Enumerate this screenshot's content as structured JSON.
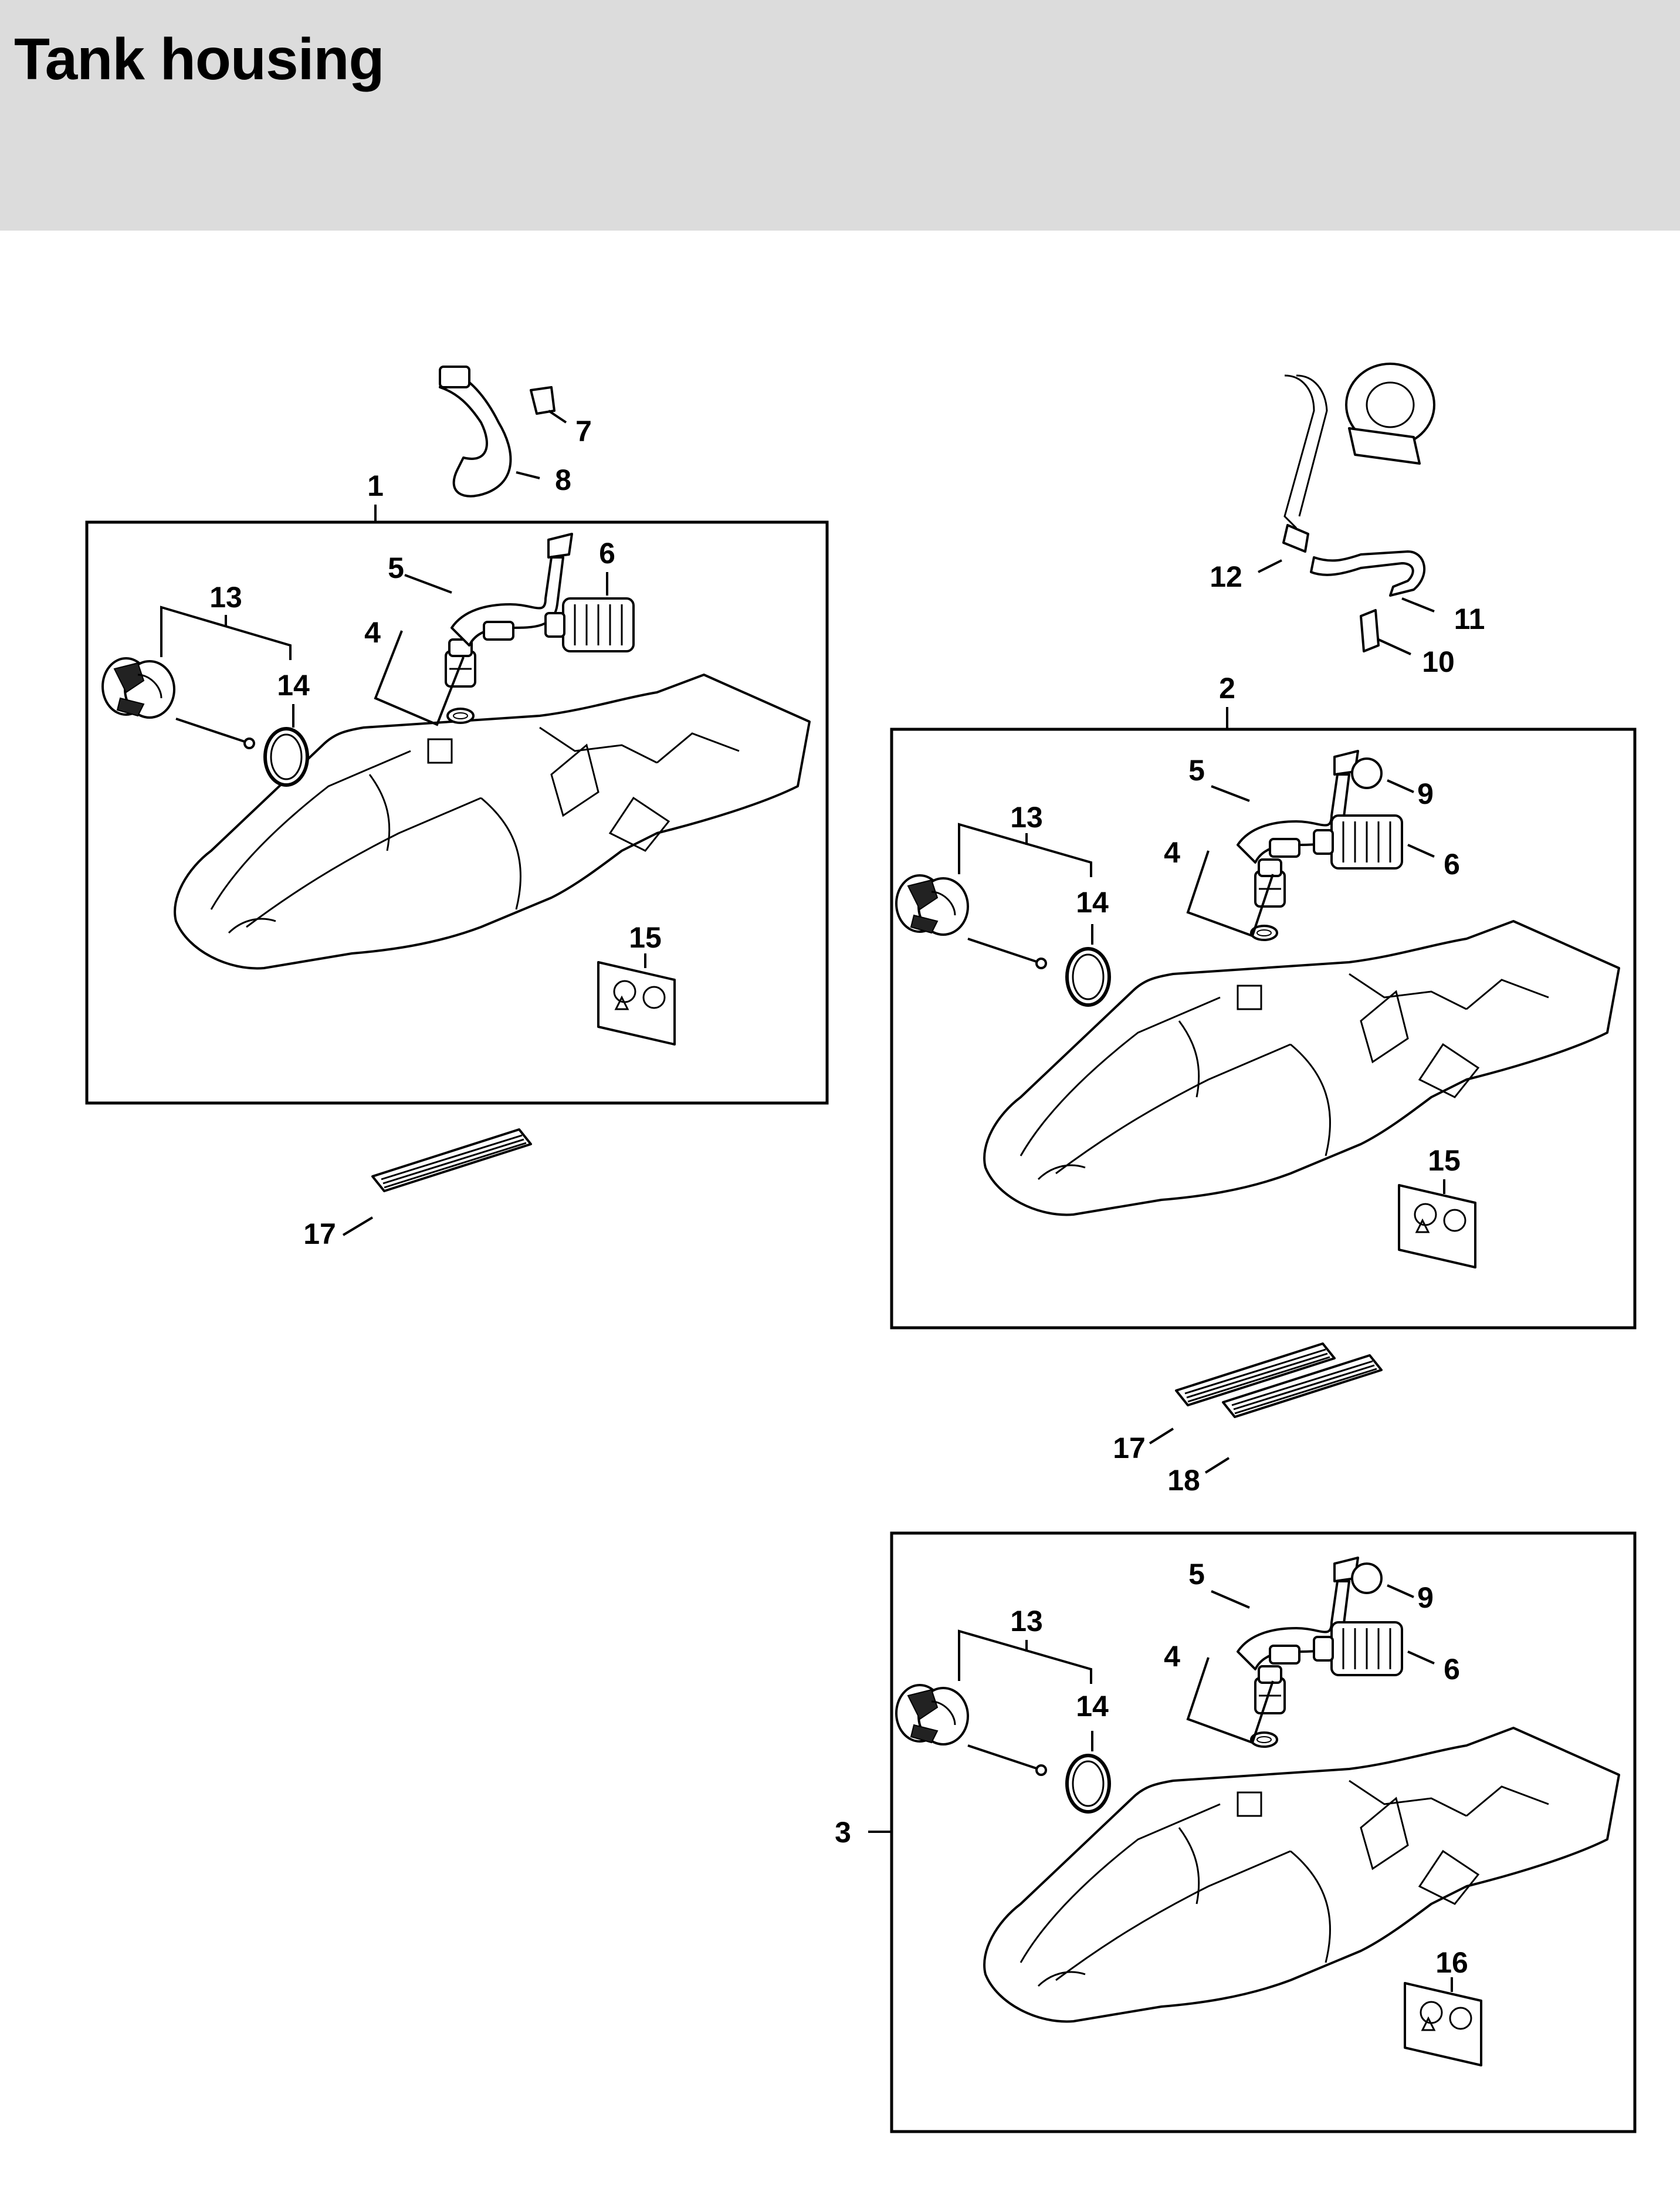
{
  "page": {
    "title": "Tank housing"
  },
  "assemblies": [
    {
      "id": "1",
      "label": "1",
      "callouts": {
        "c4": "4",
        "c5": "5",
        "c6": "6",
        "c13": "13",
        "c14": "14",
        "c15": "15"
      },
      "outside": {
        "c7": "7",
        "c8": "8",
        "c17": "17"
      }
    },
    {
      "id": "2",
      "label": "2",
      "callouts": {
        "c4": "4",
        "c5": "5",
        "c6": "6",
        "c9": "9",
        "c13": "13",
        "c14": "14",
        "c15": "15"
      },
      "outside": {
        "c10": "10",
        "c11": "11",
        "c12": "12",
        "c17": "17",
        "c18": "18"
      }
    },
    {
      "id": "3",
      "label": "3",
      "callouts": {
        "c4": "4",
        "c5": "5",
        "c6": "6",
        "c9": "9",
        "c13": "13",
        "c14": "14",
        "c16": "16"
      }
    }
  ]
}
